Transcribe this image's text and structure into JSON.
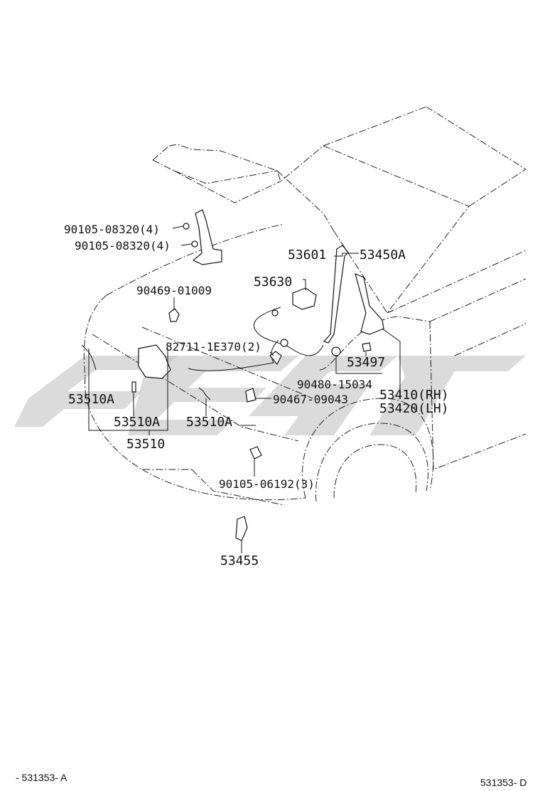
{
  "diagram": {
    "labels": {
      "bolt_hinge_a": "90105-08320(4)",
      "bolt_hinge_b": "90105-08320(4)",
      "lock_release_lever": "53601",
      "hood_support": "53450A",
      "release_cable": "53630",
      "clip_a": "90469-01009",
      "bumper_clip": "82711-1E370(2)",
      "cushion": "53497",
      "clamp": "90480-15034",
      "clip_b": "90467-09043",
      "hinge_rh": "53410(RH)",
      "hinge_lh": "53420(LH)",
      "lock_sub_a1": "53510A",
      "lock_sub_a2": "53510A",
      "lock_sub_a3": "53510A",
      "hood_lock": "53510",
      "bolt_lock": "90105-06192(3)",
      "lock_catch": "53455"
    },
    "footer_left": "- 531353- A",
    "footer_right": "531353- D"
  }
}
